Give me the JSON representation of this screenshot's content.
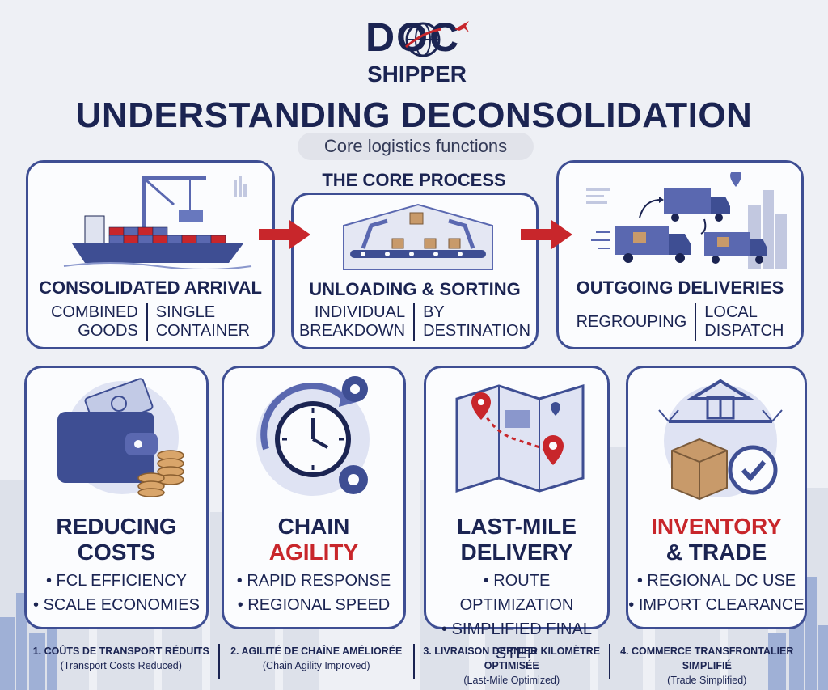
{
  "logo": {
    "top": "DOC",
    "bottom": "SHIPPER"
  },
  "title": "UNDERSTANDING DECONSOLIDATION",
  "subtitle": "Core logistics functions",
  "process_title": "THE CORE PROCESS",
  "colors": {
    "navy": "#1b2452",
    "accent_red": "#c8262b",
    "card_border": "#3e4e93",
    "illus_blue": "#5a68b0"
  },
  "process": [
    {
      "title": "CONSOLIDATED ARRIVAL",
      "left": "COMBINED\nGOODS",
      "right": "SINGLE\nCONTAINER",
      "icon": "cargo-ship-icon"
    },
    {
      "title": "UNLOADING & SORTING",
      "left": "INDIVIDUAL\nBREAKDOWN",
      "right": "BY\nDESTINATION",
      "icon": "sorting-robot-icon"
    },
    {
      "title": "OUTGOING DELIVERIES",
      "left": "REGROUPING",
      "right": "LOCAL\nDISPATCH",
      "icon": "delivery-trucks-icon"
    }
  ],
  "benefits": [
    {
      "title_line1": "REDUCING",
      "title_line2": "COSTS",
      "bullets": [
        "• FCL EFFICIENCY",
        "• SCALE ECONOMIES"
      ],
      "icon": "wallet-coins-icon"
    },
    {
      "title_line1": "CHAIN",
      "title_line2": "AGILITY",
      "bullets": [
        "• RAPID RESPONSE",
        "• REGIONAL SPEED"
      ],
      "icon": "clock-gears-icon"
    },
    {
      "title_line1": "LAST-MILE",
      "title_line2": "DELIVERY",
      "bullets": [
        "• ROUTE OPTIMIZATION",
        "• SIMPLIFIED FINAL STEP"
      ],
      "icon": "map-pins-icon"
    },
    {
      "title_line1": "INVENTORY",
      "title_line2": "& TRADE",
      "bullets": [
        "• REGIONAL DC USE",
        "• IMPORT CLEARANCE"
      ],
      "icon": "scale-box-icon"
    }
  ],
  "footer": [
    {
      "bold": "1. COÛTS DE TRANSPORT RÉDUITS",
      "rest": "(Transport Costs Reduced)"
    },
    {
      "bold": "2. AGILITÉ DE CHAÎNE AMÉLIORÉE",
      "rest": "(Chain Agility Improved)"
    },
    {
      "bold": "3. LIVRAISON DERNIER KILOMÈTRE OPTIMISÉE",
      "rest": "(Last-Mile Optimized)"
    },
    {
      "bold": "4. COMMERCE TRANSFRONTALIER SIMPLIFIÉ",
      "rest": "(Trade Simplified)"
    }
  ]
}
